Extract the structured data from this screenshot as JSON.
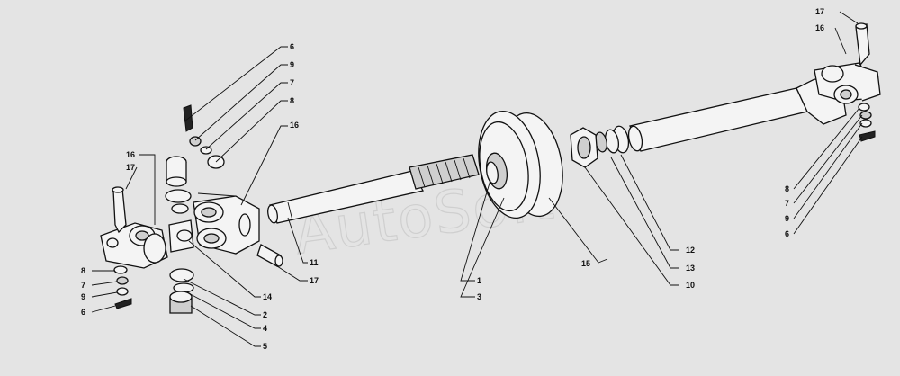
{
  "watermark": "AutoSoft",
  "callouts": {
    "c6_top": "6",
    "c9_top": "9",
    "c7_top": "7",
    "c8_top": "8",
    "c16_mid": "16",
    "c16_left": "16",
    "c17_left": "17",
    "c8_left": "8",
    "c7_left": "7",
    "c9_left": "9",
    "c6_left": "6",
    "c14": "14",
    "c2": "2",
    "c4": "4",
    "c5": "5",
    "c11": "11",
    "c17_mid": "17",
    "c1": "1",
    "c3": "3",
    "c15": "15",
    "c12": "12",
    "c13": "13",
    "c10": "10",
    "c17_right": "17",
    "c16_right": "16",
    "c8_right": "8",
    "c7_right": "7",
    "c9_right": "9",
    "c6_right": "6"
  }
}
